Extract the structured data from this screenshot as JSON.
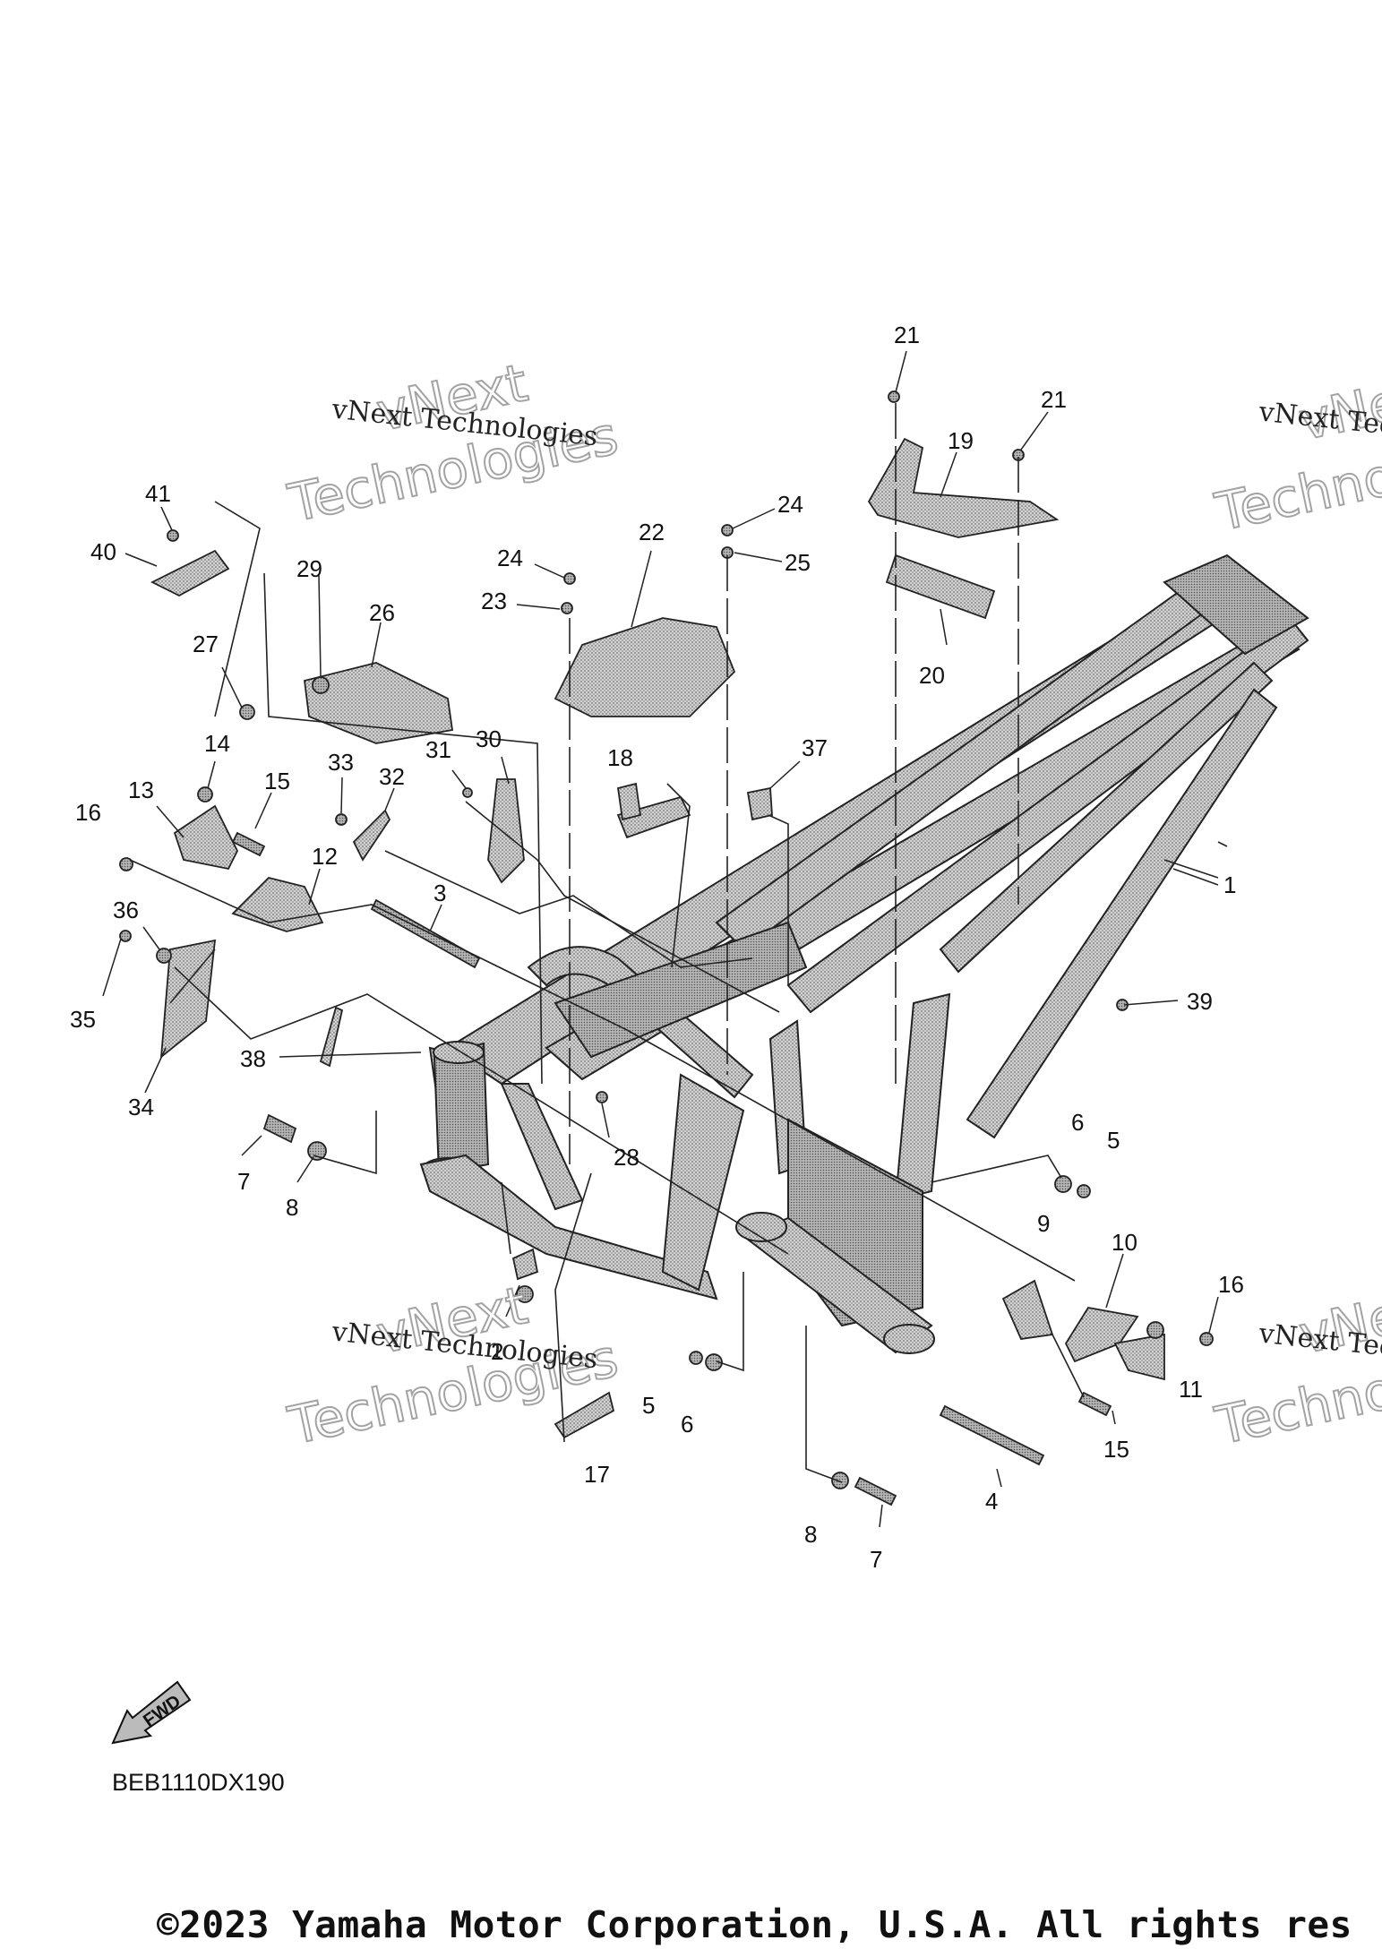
{
  "diagram": {
    "watermarks": {
      "small_text": "vNext Technologies",
      "big_line1": "vNext",
      "big_line2": "Technologies"
    },
    "diagram_code": "BEB1110DX190",
    "copyright": "©2023 Yamaha Motor Corporation, U.S.A. All rights res",
    "fwd_label": "FWD",
    "callouts": [
      "1",
      "2",
      "3",
      "4",
      "5",
      "5",
      "6",
      "6",
      "7",
      "7",
      "8",
      "8",
      "9",
      "10",
      "11",
      "12",
      "13",
      "14",
      "15",
      "15",
      "16",
      "16",
      "17",
      "18",
      "19",
      "20",
      "21",
      "21",
      "22",
      "23",
      "24",
      "24",
      "25",
      "26",
      "27",
      "28",
      "29",
      "30",
      "31",
      "32",
      "33",
      "34",
      "35",
      "36",
      "37",
      "38",
      "39",
      "40",
      "41"
    ],
    "colors": {
      "line": "#111111",
      "part_fill": "#bdbdbd",
      "part_dark": "#8a8a8a"
    }
  }
}
